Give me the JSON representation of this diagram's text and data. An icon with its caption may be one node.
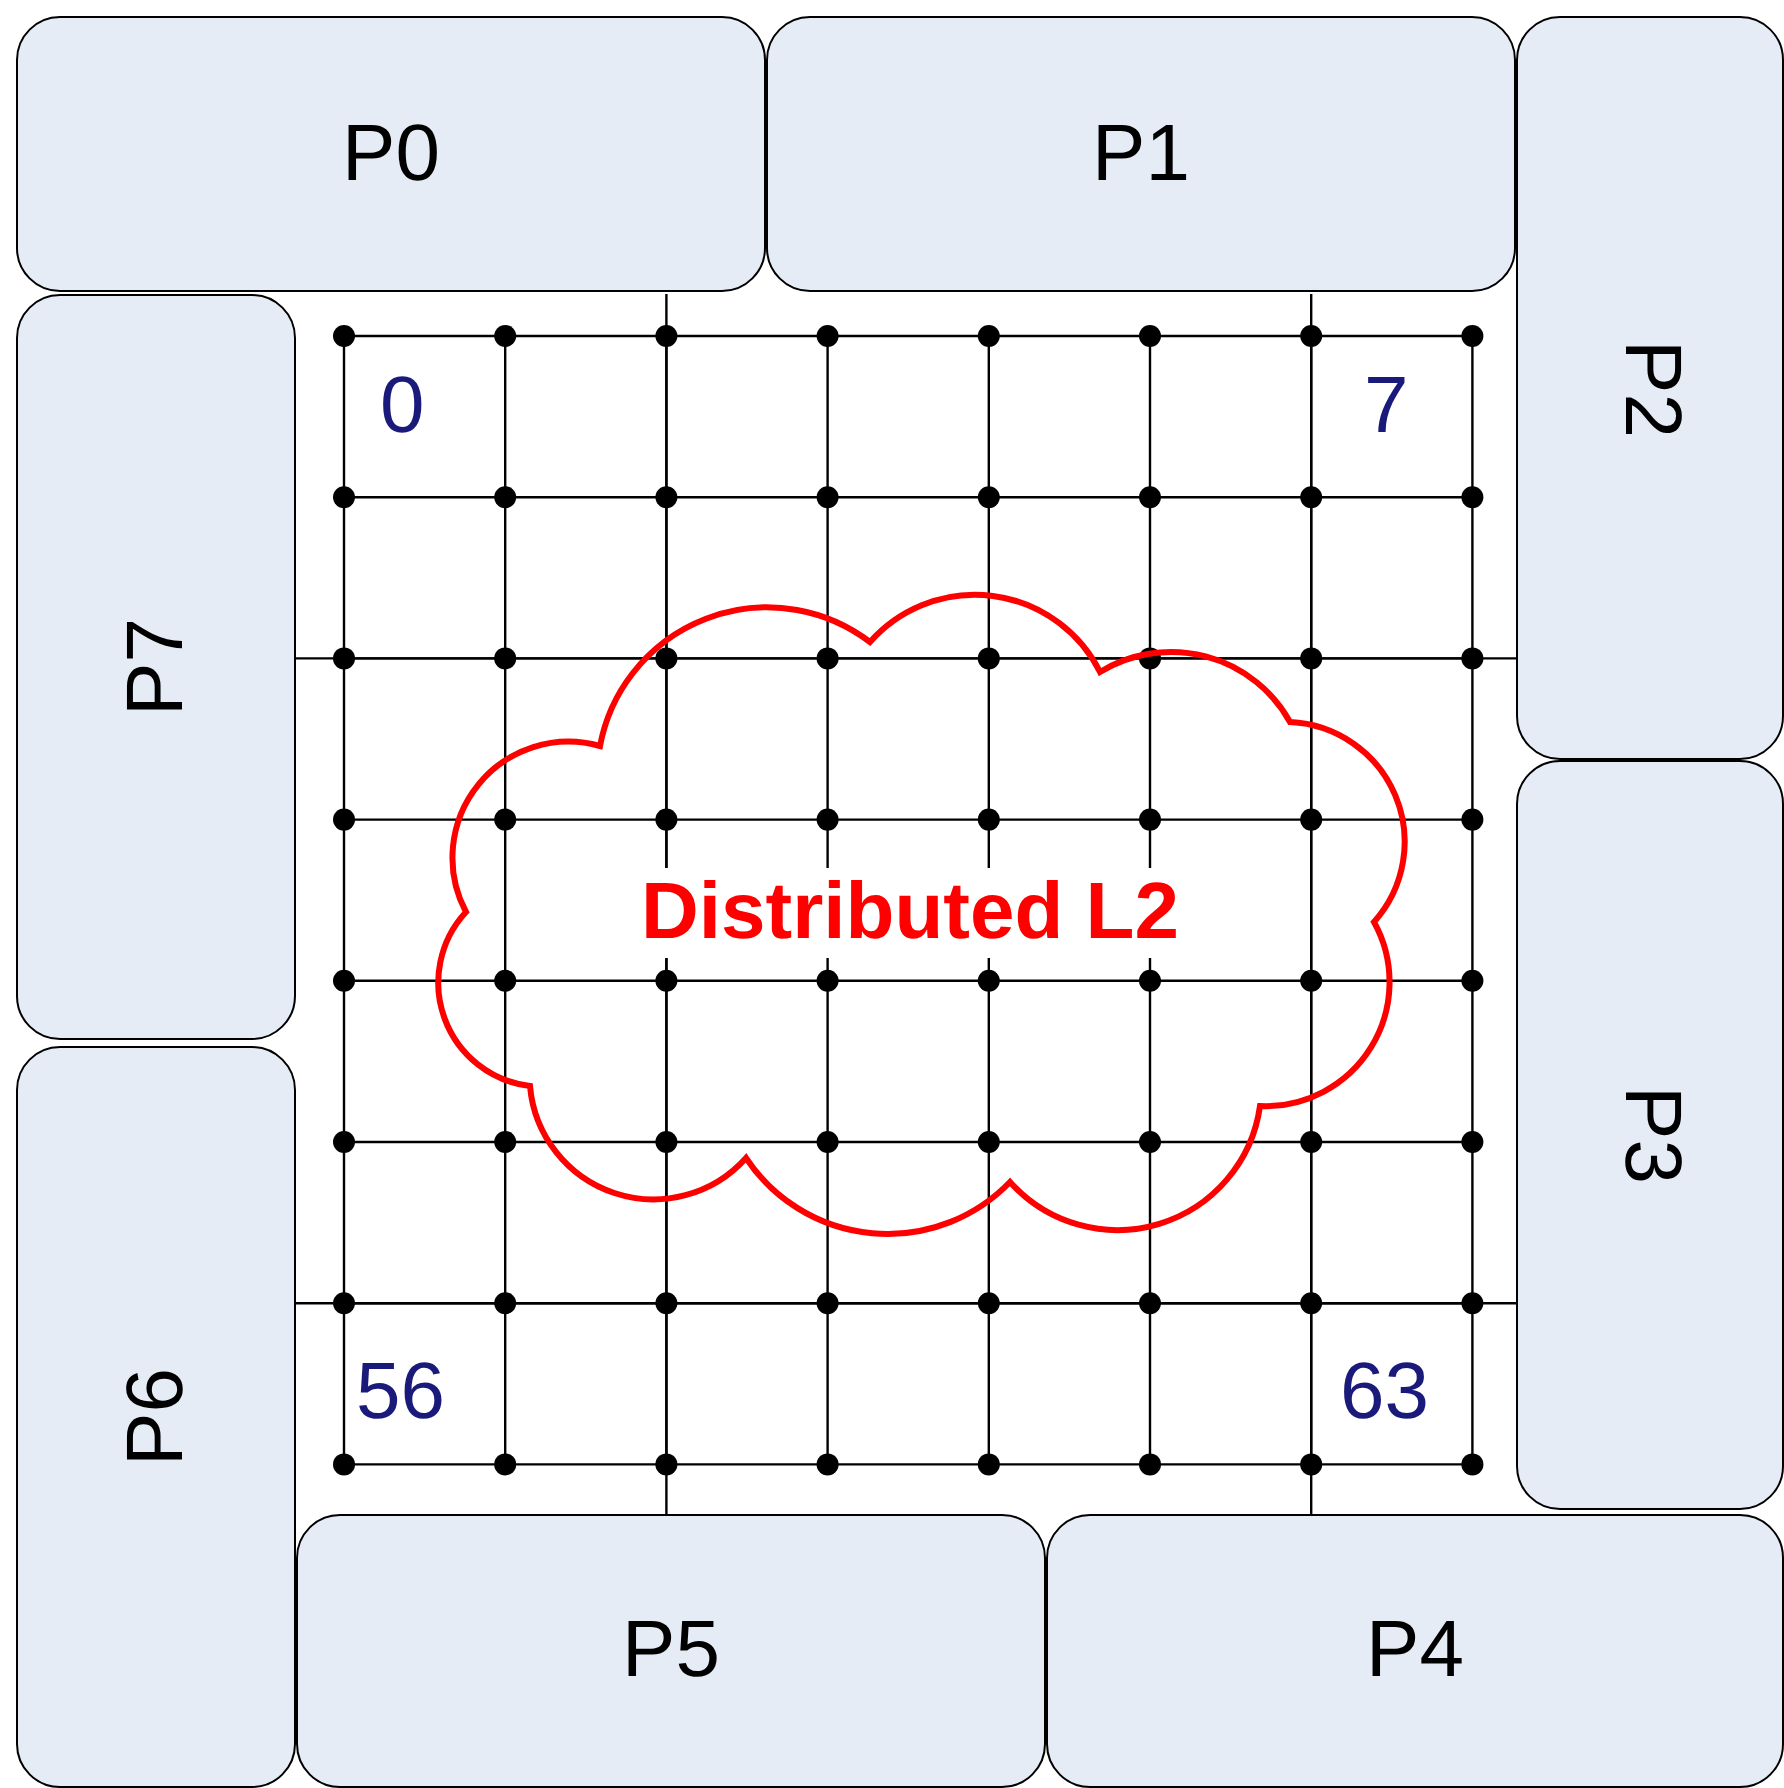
{
  "diagram": {
    "nodes": [
      {
        "text": [
          "P0"
        ]
      },
      {
        "text": [
          "P1"
        ]
      },
      {
        "text": [
          "P2"
        ]
      },
      {
        "text": [
          "P3"
        ]
      },
      {
        "text": [
          "P4"
        ]
      },
      {
        "text": [
          "P5"
        ]
      },
      {
        "text": [
          "P6"
        ]
      },
      {
        "text": [
          "P7"
        ]
      },
      {
        "text": [
          "Distributed L2"
        ]
      }
    ],
    "labels": [
      "0",
      "7",
      "56",
      "63"
    ]
  }
}
